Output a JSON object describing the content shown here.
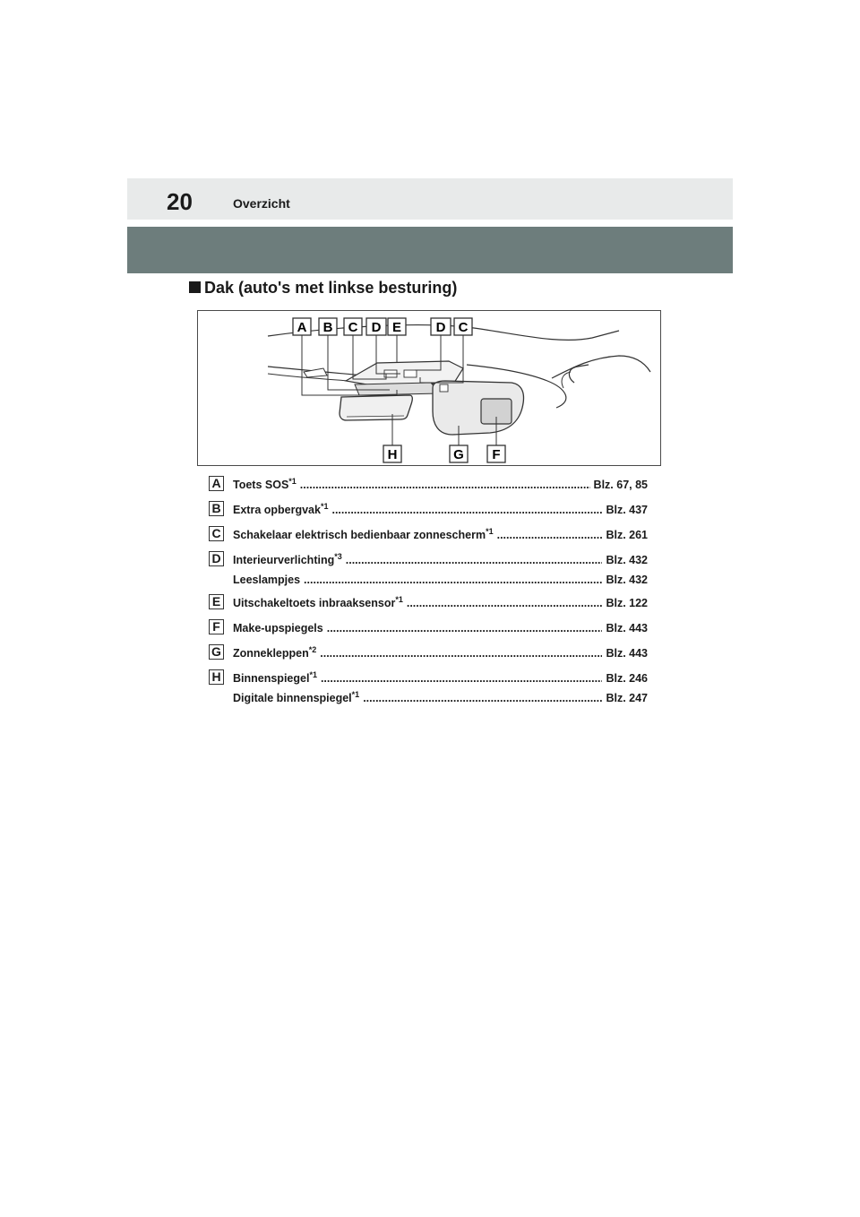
{
  "header": {
    "page_number": "20",
    "section_name": "Overzicht"
  },
  "section_heading": "Dak (auto's met linkse besturing)",
  "figure": {
    "callouts_top": [
      "A",
      "B",
      "C",
      "D",
      "E",
      "D",
      "C"
    ],
    "callouts_bottom": [
      "H",
      "G",
      "F"
    ]
  },
  "items": [
    {
      "letter": "A",
      "rows": [
        {
          "label": "Toets SOS",
          "sup": "*1",
          "page": "Blz. 67, 85"
        }
      ]
    },
    {
      "letter": "B",
      "rows": [
        {
          "label": "Extra opbergvak",
          "sup": "*1",
          "page": "Blz. 437"
        }
      ]
    },
    {
      "letter": "C",
      "rows": [
        {
          "label": "Schakelaar elektrisch bedienbaar zonnescherm",
          "sup": "*1",
          "page": "Blz. 261"
        }
      ]
    },
    {
      "letter": "D",
      "rows": [
        {
          "label": "Interieurverlichting",
          "sup": "*3",
          "page": "Blz. 432"
        },
        {
          "label": "Leeslampjes",
          "sup": "",
          "page": "Blz. 432"
        }
      ]
    },
    {
      "letter": "E",
      "rows": [
        {
          "label": "Uitschakeltoets inbraaksensor",
          "sup": "*1",
          "page": "Blz. 122"
        }
      ]
    },
    {
      "letter": "F",
      "rows": [
        {
          "label": "Make-upspiegels",
          "sup": "",
          "page": "Blz. 443"
        }
      ]
    },
    {
      "letter": "G",
      "rows": [
        {
          "label": "Zonnekleppen",
          "sup": "*2",
          "page": "Blz. 443"
        }
      ]
    },
    {
      "letter": "H",
      "rows": [
        {
          "label": "Binnenspiegel",
          "sup": "*1",
          "page": "Blz. 246"
        },
        {
          "label": "Digitale binnenspiegel",
          "sup": "*1",
          "page": "Blz. 247"
        }
      ]
    }
  ]
}
